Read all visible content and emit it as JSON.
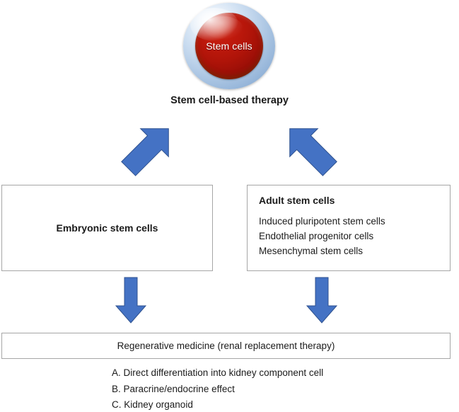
{
  "diagram": {
    "title": "Stem cell-based therapy",
    "source_node": {
      "label": "Stem cells",
      "icon": "stem-cell-icon",
      "outer_color": "#a9c4e2",
      "inner_color": "#b01409"
    },
    "arrow_color": "#4472c4",
    "box_border_color": "#a6a6a6",
    "branches": [
      {
        "id": "embryonic",
        "title": "Embryonic stem cells",
        "items": []
      },
      {
        "id": "adult",
        "title": "Adult stem cells",
        "items": [
          "Induced pluripotent stem cells",
          "Endothelial progenitor cells",
          "Mesenchymal stem cells"
        ]
      }
    ],
    "outcome": {
      "label": "Regenerative medicine (renal replacement therapy)",
      "items": [
        "A. Direct differentiation into kidney component cell",
        "B. Paracrine/endocrine effect",
        "C. Kidney organoid"
      ]
    }
  }
}
